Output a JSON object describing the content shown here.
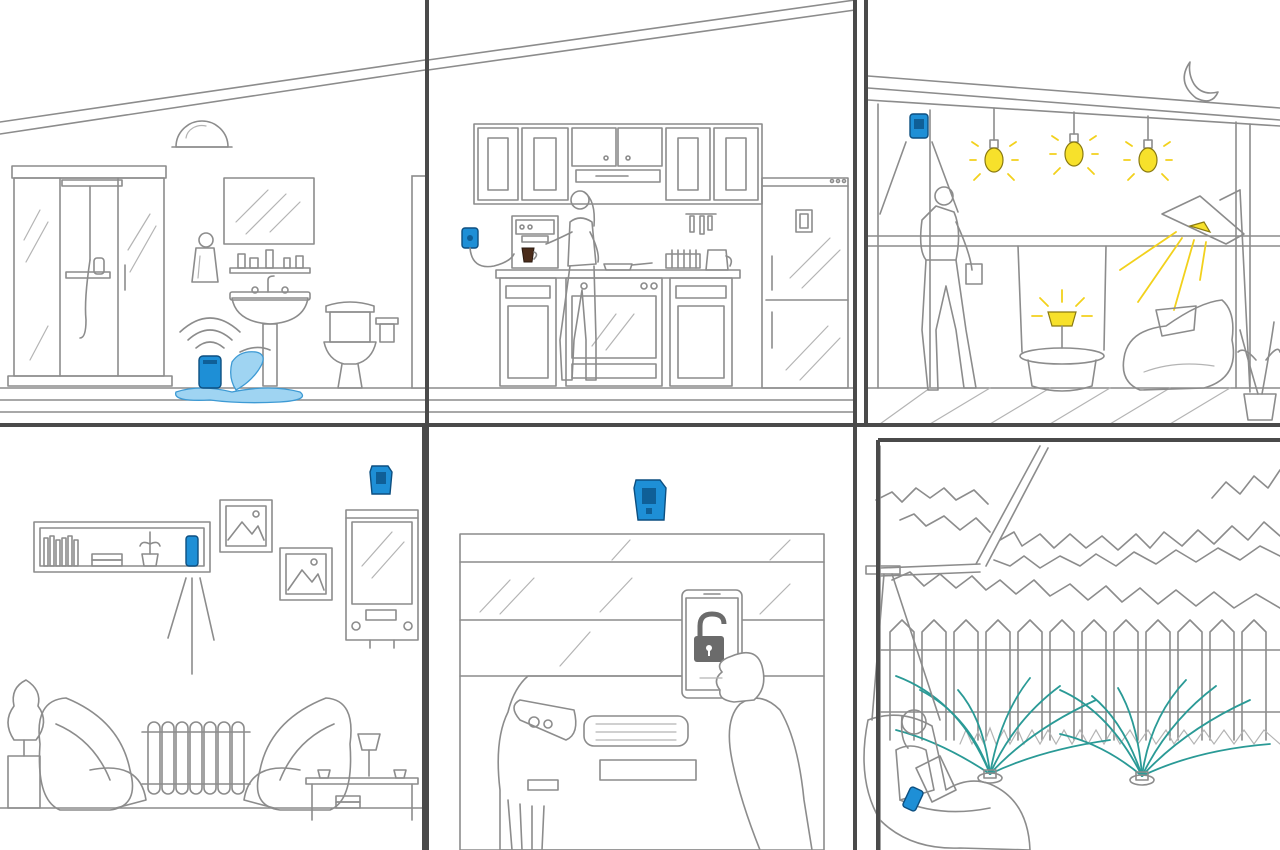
{
  "scenes": [
    {
      "key": "bathroom",
      "device": "leak-sensor"
    },
    {
      "key": "kitchen",
      "device": "smart-plug"
    },
    {
      "key": "terrace",
      "device": "light-switch"
    },
    {
      "key": "living-room",
      "device": "motion-sensor"
    },
    {
      "key": "garage",
      "device": "door-controller"
    },
    {
      "key": "garden",
      "device": "sprinkler-remote"
    }
  ],
  "colors": {
    "device_blue": "#1e8fd6",
    "bulb_yellow": "#f7e12b",
    "water": "#9fd4f2",
    "sprinkler_spray": "#2a9a96",
    "line_gray": "#8c8c8c",
    "frame": "#4a4a4a"
  },
  "icons": [
    "wifi-signal-icon",
    "unlock-padlock-icon",
    "moon-icon"
  ]
}
